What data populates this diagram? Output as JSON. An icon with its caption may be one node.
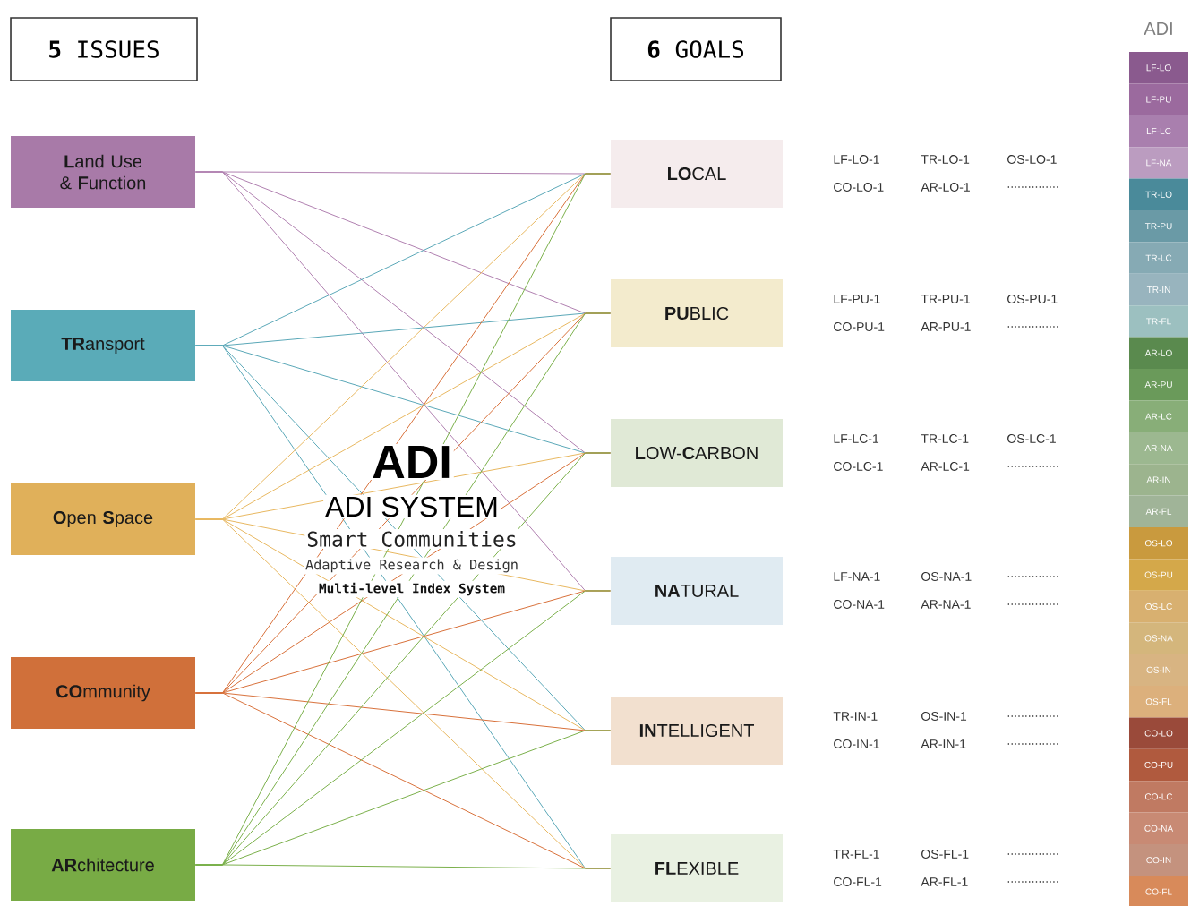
{
  "diagram": {
    "nodes": [
      {
        "text": [
          "**5** ISSUES"
        ]
      },
      {
        "text": [
          "**6** GOALS"
        ]
      },
      {
        "text": [
          "**L**and Use & **F**unction"
        ]
      },
      {
        "text": [
          "**TR**ansport"
        ]
      },
      {
        "text": [
          "**O**pen **S**pace"
        ]
      },
      {
        "text": [
          "**CO**mmunity"
        ]
      },
      {
        "text": [
          "**AR**chitecture"
        ]
      },
      {
        "text": [
          "**LO**CAL"
        ]
      },
      {
        "text": [
          "**PU**BLIC"
        ]
      },
      {
        "text": [
          "**L**OW-**C**ARBON"
        ]
      },
      {
        "text": [
          "**NA**TURAL"
        ]
      },
      {
        "text": [
          "**IN**TELLIGENT"
        ]
      },
      {
        "text": [
          "**FL**EXIBLE"
        ]
      },
      {
        "text": [
          "LF-LO"
        ]
      },
      {
        "text": [
          "LF-PU"
        ]
      },
      {
        "text": [
          "LF-LC"
        ]
      },
      {
        "text": [
          "LF-NA"
        ]
      },
      {
        "text": [
          "TR-LO"
        ]
      },
      {
        "text": [
          "TR-PU"
        ]
      },
      {
        "text": [
          "TR-LC"
        ]
      },
      {
        "text": [
          "TR-IN"
        ]
      },
      {
        "text": [
          "TR-FL"
        ]
      },
      {
        "text": [
          "AR-LO"
        ]
      },
      {
        "text": [
          "AR-PU"
        ]
      },
      {
        "text": [
          "AR-LC"
        ]
      },
      {
        "text": [
          "AR-NA"
        ]
      },
      {
        "text": [
          "AR-IN"
        ]
      },
      {
        "text": [
          "AR-FL"
        ]
      },
      {
        "text": [
          "OS-LO"
        ]
      },
      {
        "text": [
          "OS-PU"
        ]
      },
      {
        "text": [
          "OS-LC"
        ]
      },
      {
        "text": [
          "OS-NA"
        ]
      },
      {
        "text": [
          "OS-IN"
        ]
      },
      {
        "text": [
          "OS-FL"
        ]
      },
      {
        "text": [
          "CO-LO"
        ]
      },
      {
        "text": [
          "CO-PU"
        ]
      },
      {
        "text": [
          "CO-LC"
        ]
      },
      {
        "text": [
          "CO-NA"
        ]
      },
      {
        "text": [
          "CO-IN"
        ]
      },
      {
        "text": [
          "CO-FL"
        ]
      }
    ],
    "edges": [
      {
        "from": 2,
        "to": 7,
        "arrow": "none",
        "color": "#b07fb0"
      },
      {
        "from": 2,
        "to": 8,
        "arrow": "none",
        "color": "#b07fb0"
      },
      {
        "from": 2,
        "to": 9,
        "arrow": "none",
        "color": "#b07fb0"
      },
      {
        "from": 2,
        "to": 10,
        "arrow": "none",
        "color": "#b07fb0"
      },
      {
        "from": 3,
        "to": 7,
        "arrow": "none",
        "color": "#5aa8b8"
      },
      {
        "from": 3,
        "to": 8,
        "arrow": "none",
        "color": "#5aa8b8"
      },
      {
        "from": 3,
        "to": 9,
        "arrow": "none",
        "color": "#5aa8b8"
      },
      {
        "from": 3,
        "to": 11,
        "arrow": "none",
        "color": "#5aa8b8"
      },
      {
        "from": 3,
        "to": 12,
        "arrow": "none",
        "color": "#5aa8b8"
      },
      {
        "from": 4,
        "to": 7,
        "arrow": "none",
        "color": "#e8b860"
      },
      {
        "from": 4,
        "to": 8,
        "arrow": "none",
        "color": "#e8b860"
      },
      {
        "from": 4,
        "to": 9,
        "arrow": "none",
        "color": "#e8b860"
      },
      {
        "from": 4,
        "to": 10,
        "arrow": "none",
        "color": "#e8b860"
      },
      {
        "from": 4,
        "to": 11,
        "arrow": "none",
        "color": "#e8b860"
      },
      {
        "from": 4,
        "to": 12,
        "arrow": "none",
        "color": "#e8b860"
      },
      {
        "from": 5,
        "to": 7,
        "arrow": "none",
        "color": "#d8703a"
      },
      {
        "from": 5,
        "to": 8,
        "arrow": "none",
        "color": "#d8703a"
      },
      {
        "from": 5,
        "to": 9,
        "arrow": "none",
        "color": "#d8703a"
      },
      {
        "from": 5,
        "to": 10,
        "arrow": "none",
        "color": "#d8703a"
      },
      {
        "from": 5,
        "to": 11,
        "arrow": "none",
        "color": "#d8703a"
      },
      {
        "from": 5,
        "to": 12,
        "arrow": "none",
        "color": "#d8703a"
      },
      {
        "from": 6,
        "to": 7,
        "arrow": "none",
        "color": "#7ab04a"
      },
      {
        "from": 6,
        "to": 8,
        "arrow": "none",
        "color": "#7ab04a"
      },
      {
        "from": 6,
        "to": 9,
        "arrow": "none",
        "color": "#7ab04a"
      },
      {
        "from": 6,
        "to": 10,
        "arrow": "none",
        "color": "#7ab04a"
      },
      {
        "from": 6,
        "to": 11,
        "arrow": "none",
        "color": "#7ab04a"
      },
      {
        "from": 6,
        "to": 12,
        "arrow": "none",
        "color": "#7ab04a"
      }
    ],
    "labels": [
      "ADI",
      "ADI",
      "ADI SYSTEM",
      "Smart Communities",
      "Adaptive Research & Design",
      "Multi-level Index System",
      "LF-LO-1",
      "TR-LO-1",
      "OS-LO-1",
      "CO-LO-1",
      "AR-LO-1",
      "...............",
      "LF-PU-1",
      "TR-PU-1",
      "OS-PU-1",
      "CO-PU-1",
      "AR-PU-1",
      "...............",
      "LF-LC-1",
      "TR-LC-1",
      "OS-LC-1",
      "CO-LC-1",
      "AR-LC-1",
      "...............",
      "LF-NA-1",
      "OS-NA-1",
      "...............",
      "CO-NA-1",
      "AR-NA-1",
      "...............",
      "TR-IN-1",
      "OS-IN-1",
      "...............",
      "CO-IN-1",
      "AR-IN-1",
      "...............",
      "TR-FL-1",
      "OS-FL-1",
      "...............",
      "CO-FL-1",
      "AR-FL-1",
      "..............."
    ]
  }
}
